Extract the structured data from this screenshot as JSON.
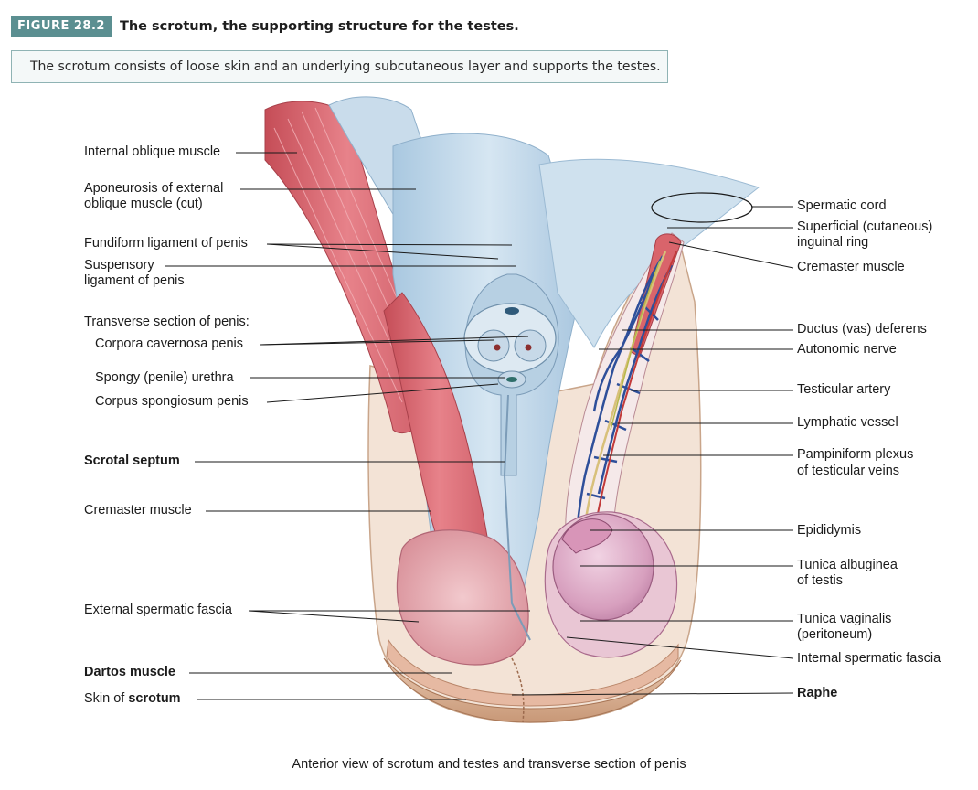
{
  "figure": {
    "number": "FIGURE 28.2",
    "title": "The scrotum, the supporting structure for the testes.",
    "summary": "The scrotum consists of loose skin and an underlying subcutaneous layer and supports the testes."
  },
  "labels_left": {
    "internal_oblique": "Internal oblique muscle",
    "aponeurosis_1": "Aponeurosis of external",
    "aponeurosis_2": "oblique muscle (cut)",
    "fundiform": "Fundiform ligament of penis",
    "suspensory_1": "Suspensory",
    "suspensory_2": "ligament of penis",
    "transverse_section": "Transverse section of penis:",
    "corpora_cavernosa": "Corpora cavernosa penis",
    "spongy_urethra": "Spongy (penile) urethra",
    "corpus_spongiosum": "Corpus spongiosum penis",
    "scrotal_septum": "Scrotal septum",
    "cremaster": "Cremaster muscle",
    "external_spermatic_fascia": "External spermatic fascia",
    "dartos": "Dartos muscle",
    "skin_of": "Skin of ",
    "scrotum_word": "scrotum"
  },
  "labels_right": {
    "spermatic_cord": "Spermatic cord",
    "superficial_ring_1": "Superficial (cutaneous)",
    "superficial_ring_2": "inguinal ring",
    "cremaster": "Cremaster muscle",
    "ductus_deferens": "Ductus (vas) deferens",
    "autonomic_nerve": "Autonomic nerve",
    "testicular_artery": "Testicular artery",
    "lymphatic_vessel": "Lymphatic vessel",
    "pampiniform_1": "Pampiniform plexus",
    "pampiniform_2": "of testicular veins",
    "epididymis": "Epididymis",
    "tunica_albuginea_1": "Tunica albuginea",
    "tunica_albuginea_2": "of testis",
    "tunica_vaginalis_1": "Tunica vaginalis",
    "tunica_vaginalis_2": "(peritoneum)",
    "internal_spermatic_fascia": "Internal spermatic fascia",
    "raphe": "Raphe"
  },
  "bottom_caption": "Anterior view of scrotum and testes and transverse section of penis",
  "colors": {
    "badge": "#5b8f91",
    "caption_border": "#8fb3b4",
    "muscle_red": "#d9646b",
    "fascia_blue": "#b9d3e6",
    "testis_pink": "#d8a6c0",
    "skin_tan": "#d8b49a",
    "leader_line": "#1a1a1a"
  }
}
